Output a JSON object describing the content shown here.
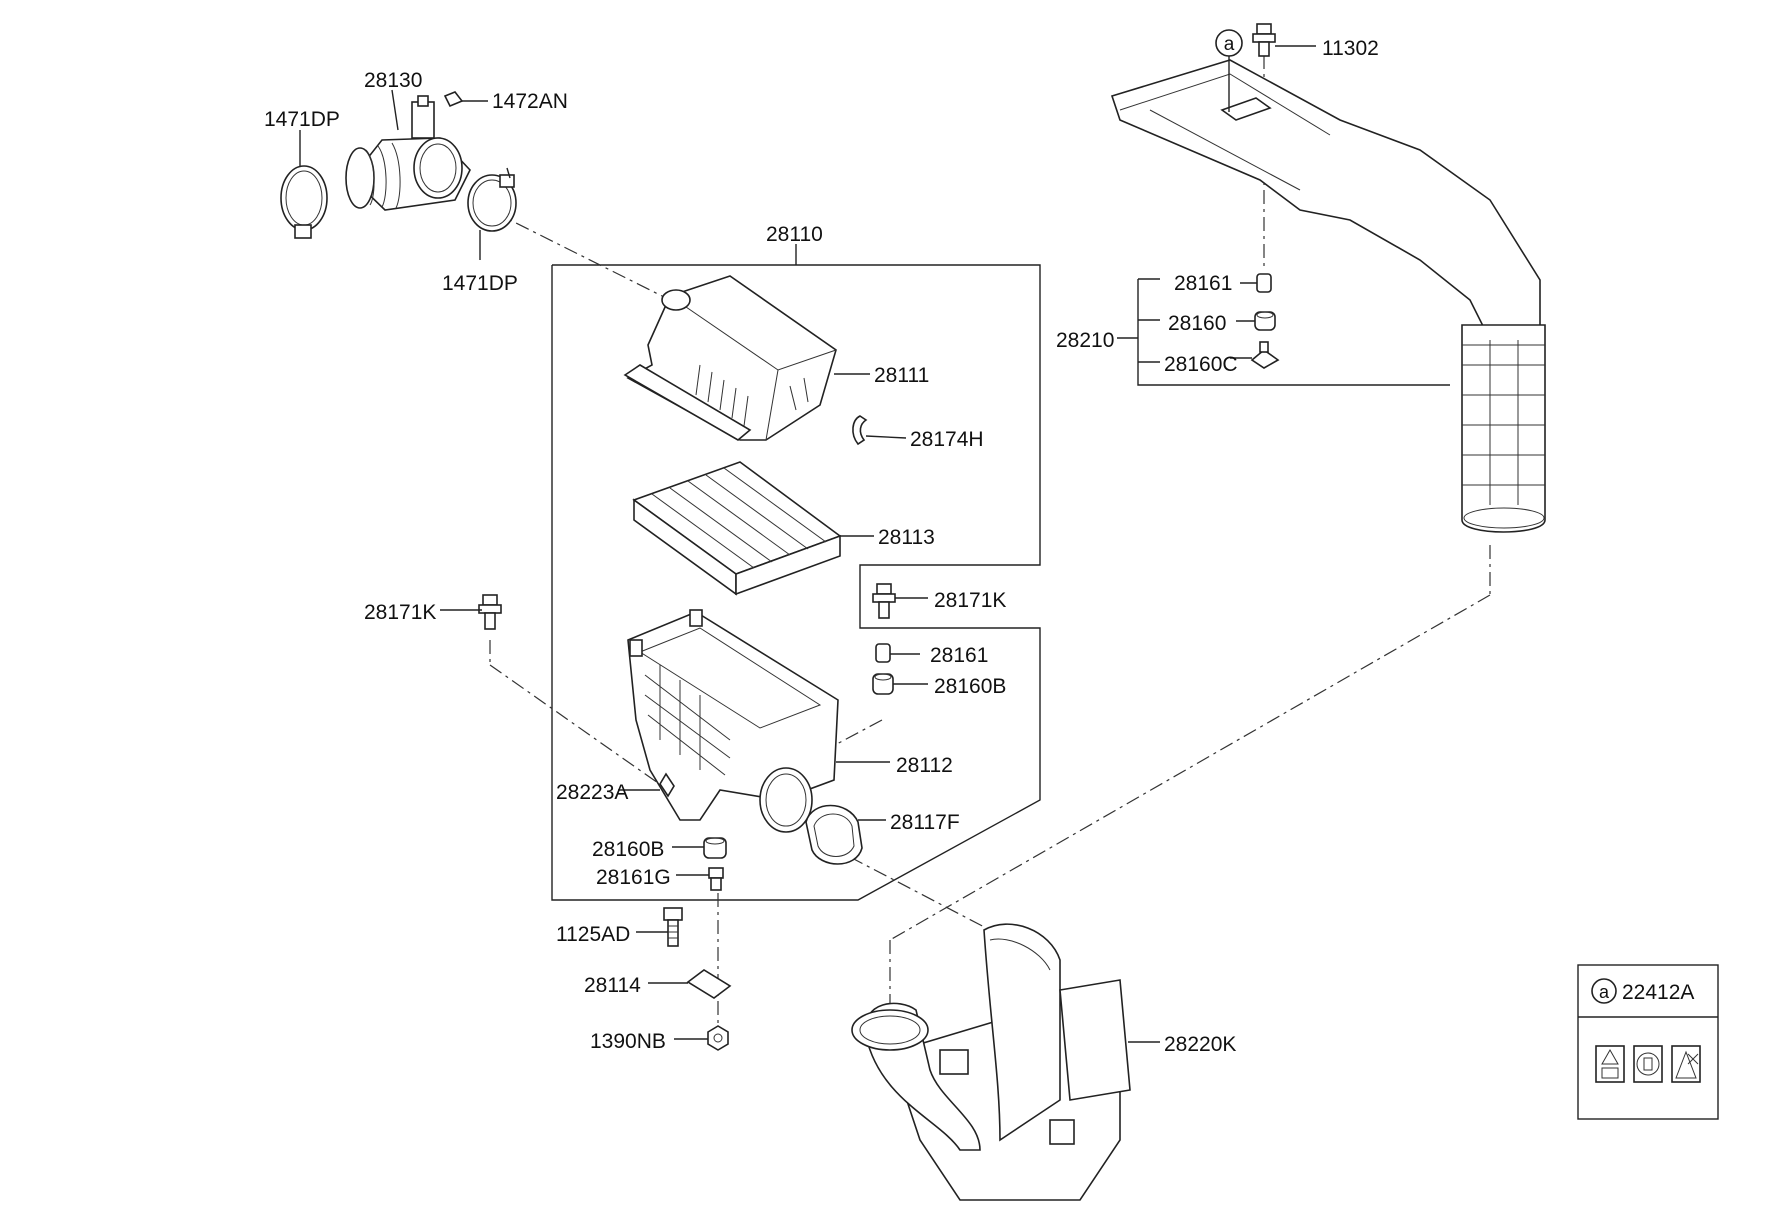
{
  "labels": {
    "l_1471DP_a": "1471DP",
    "l_28130": "28130",
    "l_1472AN": "1472AN",
    "l_1471DP_b": "1471DP",
    "l_28110": "28110",
    "l_28111": "28111",
    "l_28174H": "28174H",
    "l_28113": "28113",
    "l_28171K_a": "28171K",
    "l_28171K_b": "28171K",
    "l_28161_a": "28161",
    "l_28160B_a": "28160B",
    "l_28112": "28112",
    "l_28223A": "28223A",
    "l_28117F": "28117F",
    "l_28160B_b": "28160B",
    "l_28161G": "28161G",
    "l_1125AD": "1125AD",
    "l_28114": "28114",
    "l_1390NB": "1390NB",
    "l_28220K": "28220K",
    "l_11302": "11302",
    "l_28161_b": "28161",
    "l_28160": "28160",
    "l_28160C": "28160C",
    "l_28210": "28210",
    "l_22412A": "22412A"
  },
  "callout_letter": "a",
  "legend_callout_letter": "a"
}
